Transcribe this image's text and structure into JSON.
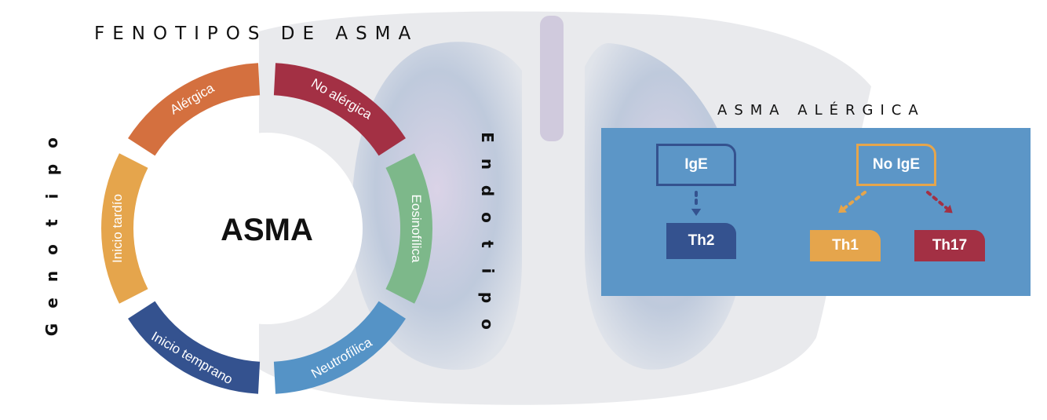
{
  "title": "FENOTIPOS DE ASMA",
  "center_label": "ASMA",
  "side_labels": {
    "left": "Genotipo",
    "right": "Endotipo"
  },
  "ring_segments": [
    {
      "label": "Alérgica",
      "color": "#d4703f"
    },
    {
      "label": "No alérgica",
      "color": "#a33044"
    },
    {
      "label": "Eosinofílica",
      "color": "#7db88a"
    },
    {
      "label": "Neutrofílica",
      "color": "#5593c6"
    },
    {
      "label": "Inicio temprano",
      "color": "#34528f"
    },
    {
      "label": "Inicio tardío",
      "color": "#e5a54c"
    }
  ],
  "panel": {
    "title": "ASMA ALÉRGICA",
    "background": "#5c96c7",
    "nodes": {
      "ige": {
        "label": "IgE",
        "color": "#34528f"
      },
      "no_ige": {
        "label": "No IgE",
        "color": "#e5a54c"
      },
      "th2": {
        "label": "Th2",
        "color": "#34528f"
      },
      "th1": {
        "label": "Th1",
        "color": "#e5a54c"
      },
      "th17": {
        "label": "Th17",
        "color": "#a33044"
      }
    }
  }
}
